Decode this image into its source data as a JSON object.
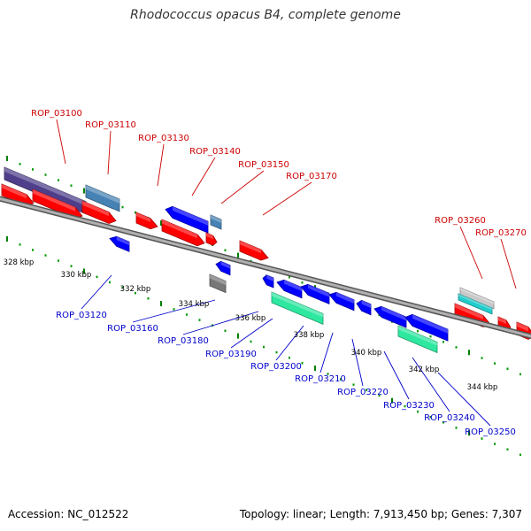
{
  "title": "Rhodococcus opacus B4, complete genome",
  "accession": "Accession: NC_012522",
  "summary": "Topology: linear; Length: 7,913,450 bp; Genes: 7,307",
  "colors": {
    "forward_gene": "#ff0000",
    "reverse_gene": "#0000ff",
    "forward_label": "#cc0000",
    "reverse_label": "#0000cc",
    "backbone": "#8a8a8a",
    "tick_major": "#008000",
    "tick_minor": "#009900",
    "slate_blue": "#4f3f8a",
    "steel_blue": "#4682b4",
    "spring_green": "#2ee8a0",
    "cyan": "#22cccc",
    "grey": "#777777",
    "light_grey": "#c8c8c8"
  },
  "scale_labels": [
    "328 kbp",
    "330 kbp",
    "332 kbp",
    "334 kbp",
    "336 kbp",
    "338 kbp",
    "340 kbp",
    "342 kbp",
    "344 kbp"
  ],
  "forward_labels": [
    "ROP_03100",
    "ROP_03110",
    "ROP_03130",
    "ROP_03140",
    "ROP_03150",
    "ROP_03170",
    "ROP_03260",
    "ROP_03270"
  ],
  "reverse_labels": [
    "ROP_03120",
    "ROP_03160",
    "ROP_03180",
    "ROP_03190",
    "ROP_03200",
    "ROP_03210",
    "ROP_03220",
    "ROP_03230",
    "ROP_03240",
    "ROP_03250"
  ]
}
